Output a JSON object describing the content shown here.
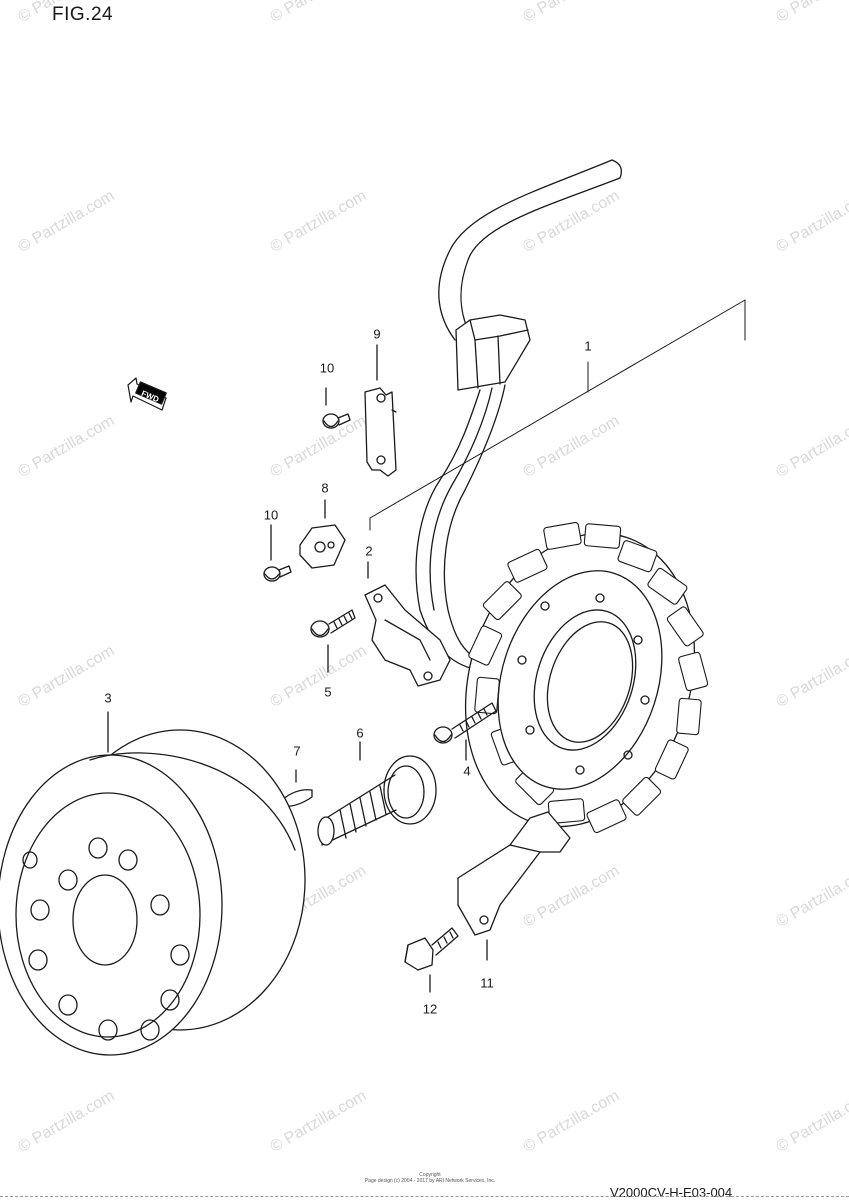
{
  "figure": {
    "title": "FIG.24"
  },
  "callouts": [
    "1",
    "2",
    "3",
    "4",
    "5",
    "6",
    "7",
    "8",
    "9",
    "10",
    "10",
    "11",
    "12"
  ],
  "fwd_label": "FWD",
  "watermark": "© Partzilla.com",
  "copyright": [
    "Copyright",
    "Page design (c) 2004 - 2017 by ARI Network Services, Inc."
  ],
  "diagram_code": "V2000CV-H-E03-004"
}
